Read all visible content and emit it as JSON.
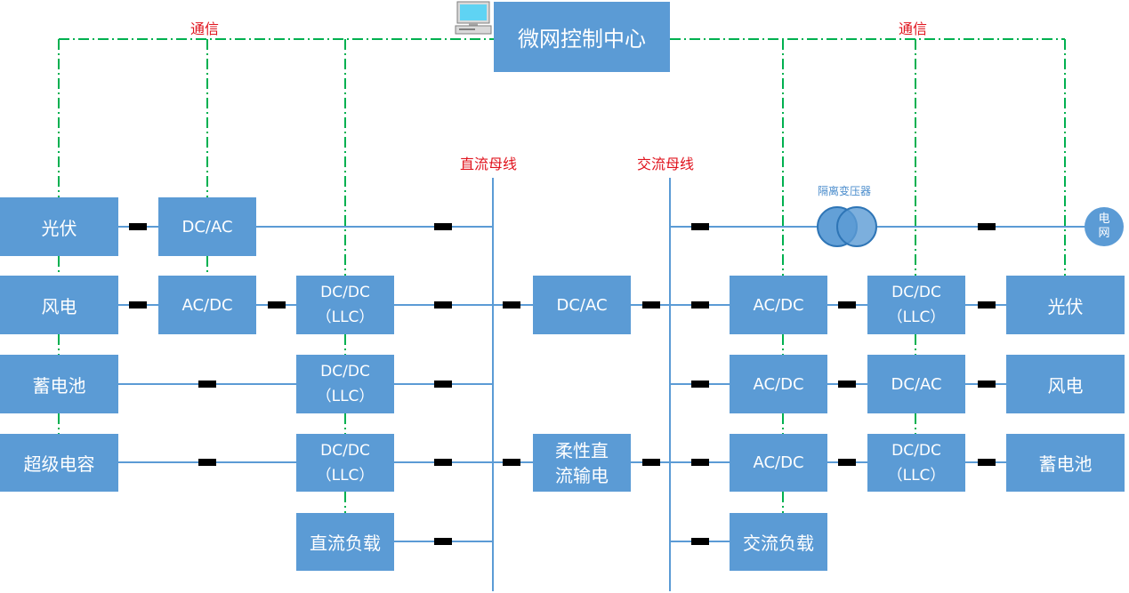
{
  "control_center": {
    "label": "微网控制中心",
    "icon": "computer-icon"
  },
  "comm_left": "通信",
  "comm_right": "通信",
  "dc_bus": "直流母线",
  "ac_bus": "交流母线",
  "transformer": "隔离变压器",
  "grid": {
    "line1": "电",
    "line2": "网"
  },
  "left_sources": {
    "pv": "光伏",
    "wind": "风电",
    "battery": "蓄电池",
    "supercap": "超级电容"
  },
  "left_conv1": {
    "pv": "DC/AC",
    "wind": "AC/DC"
  },
  "left_llc": {
    "wind": {
      "l1": "DC/DC",
      "l2": "（LLC）"
    },
    "battery": {
      "l1": "DC/DC",
      "l2": "（LLC）"
    },
    "supercap": {
      "l1": "DC/DC",
      "l2": "（LLC）"
    }
  },
  "dc_load": "直流负载",
  "middle": {
    "dcac": "DC/AC",
    "hvdc1": "柔性直",
    "hvdc2": "流输电"
  },
  "right_conv1": {
    "r1": "AC/DC",
    "r2": "AC/DC",
    "r3": "AC/DC",
    "load": "交流负载"
  },
  "right_conv2": {
    "r1": {
      "l1": "DC/DC",
      "l2": "（LLC）"
    },
    "r2": "DC/AC",
    "r3": {
      "l1": "DC/DC",
      "l2": "（LLC）"
    }
  },
  "right_sources": {
    "pv": "光伏",
    "wind": "风电",
    "battery": "蓄电池"
  },
  "colors": {
    "box": "#5b9bd5",
    "comm_line": "#00b050",
    "label_red": "#e0141e",
    "breaker": "#000000"
  }
}
